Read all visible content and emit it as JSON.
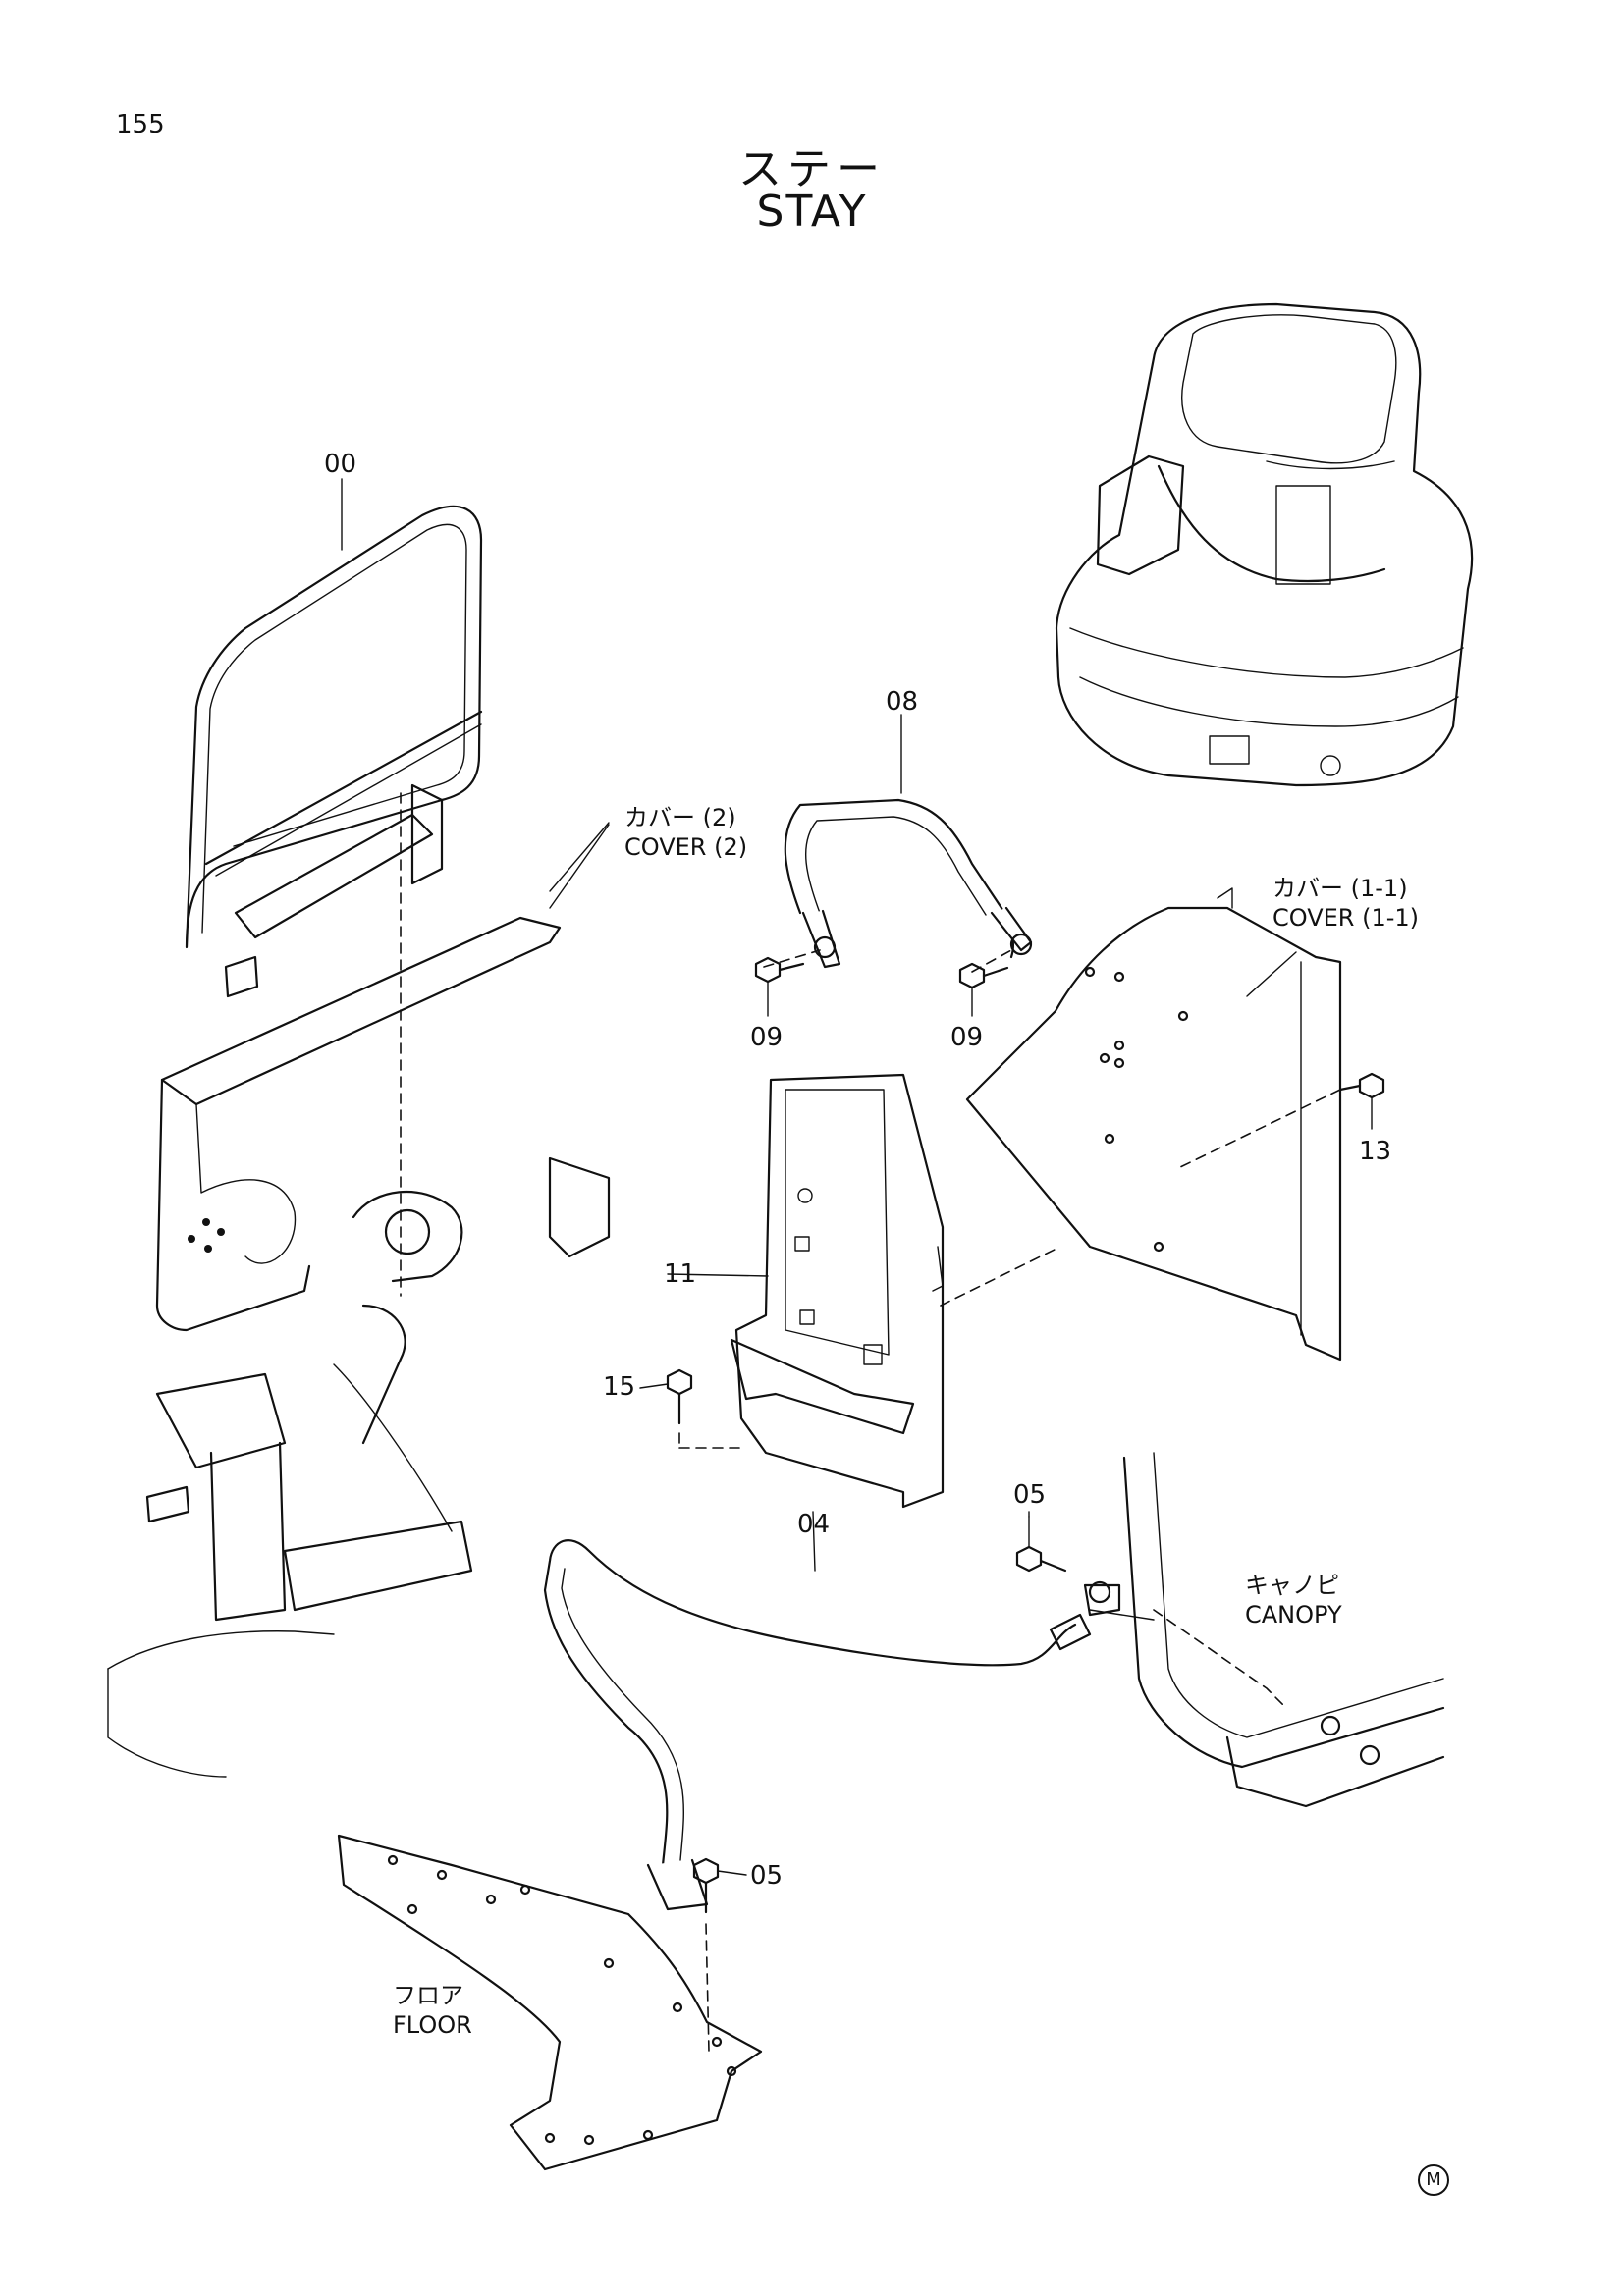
{
  "page": {
    "number": "155"
  },
  "title": {
    "japanese": "ステー",
    "english": "STAY"
  },
  "callouts": {
    "stay_00": "00",
    "handrail_08": "08",
    "bolt_09_left": "09",
    "bolt_09_right": "09",
    "bolt_13": "13",
    "bracket_11": "11",
    "bolt_15": "15",
    "stay_04": "04",
    "bolt_05_top": "05",
    "bolt_05_bottom": "05"
  },
  "labels": {
    "cover_2": {
      "japanese": "カバー (2)",
      "english": "COVER (2)"
    },
    "cover_1_1": {
      "japanese": "カバー (1-1)",
      "english": "COVER (1-1)"
    },
    "canopy": {
      "japanese": "キャノピ",
      "english": "CANOPY"
    },
    "floor": {
      "japanese": "フロア",
      "english": "FLOOR"
    }
  },
  "corner_mark": "M",
  "colors": {
    "line": "#111111",
    "background": "#ffffff"
  }
}
